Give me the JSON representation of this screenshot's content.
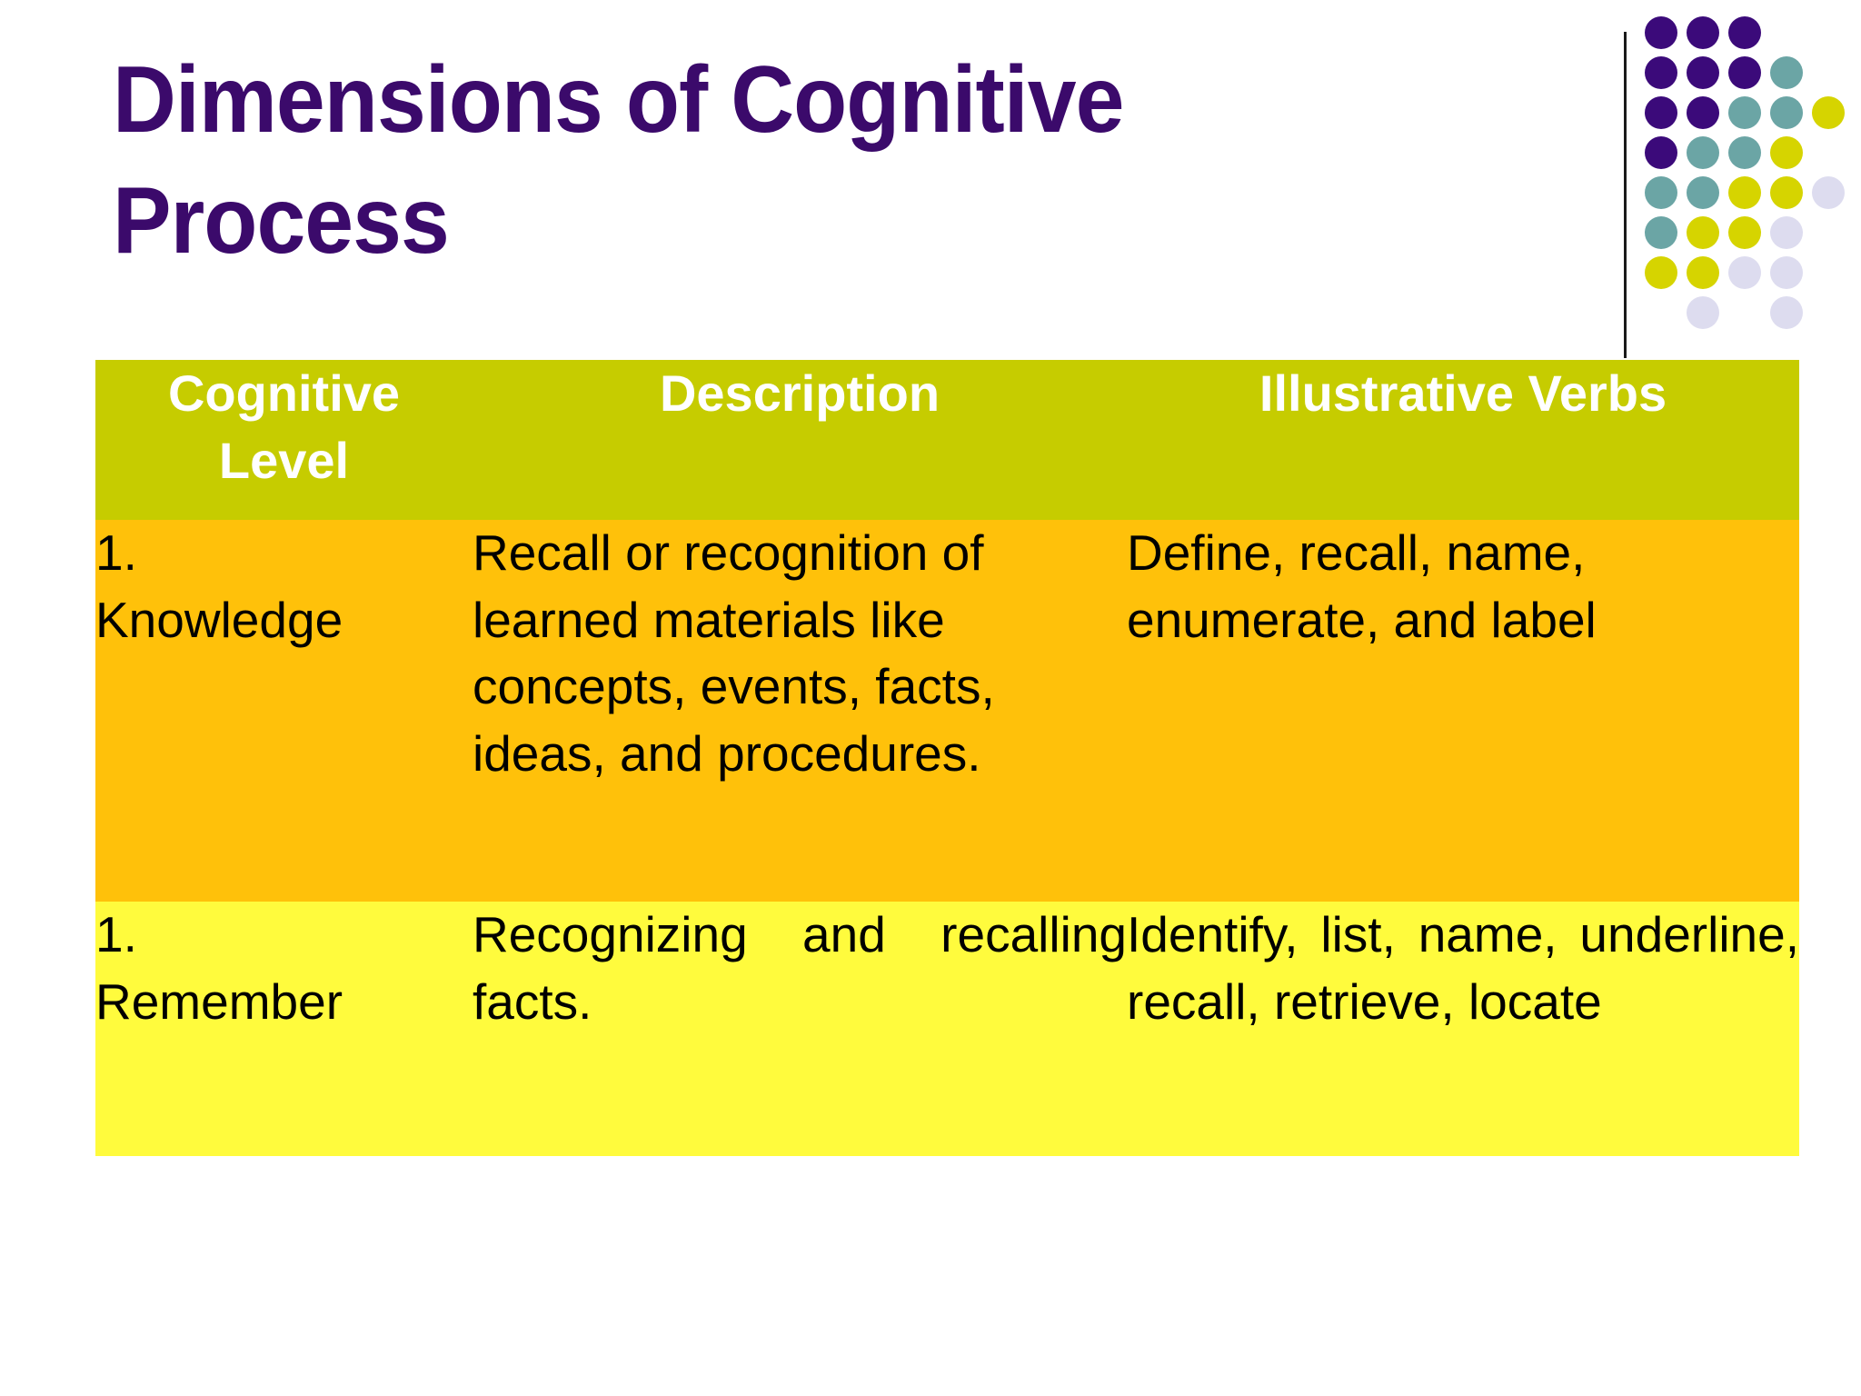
{
  "slide": {
    "title": "Dimensions of Cognitive\nProcess",
    "title_color": "#3B0A6B",
    "background_color": "#FFFFFF"
  },
  "logo": {
    "name": "dot-grid-logo",
    "rule_color": "#1A1A1A",
    "palette": {
      "purple": "#3B0A7A",
      "teal": "#6BA5A5",
      "yellow": "#D6D400",
      "lavender": "#DDDCEF"
    },
    "grid": [
      [
        "purple",
        "purple",
        "purple",
        null,
        null
      ],
      [
        "purple",
        "purple",
        "purple",
        "teal",
        null
      ],
      [
        "purple",
        "purple",
        "teal",
        "teal",
        "yellow"
      ],
      [
        "purple",
        "teal",
        "teal",
        "yellow",
        null
      ],
      [
        "teal",
        "teal",
        "yellow",
        "yellow",
        "lavender"
      ],
      [
        "teal",
        "yellow",
        "yellow",
        "lavender",
        null
      ],
      [
        "yellow",
        "yellow",
        "lavender",
        "lavender",
        null
      ],
      [
        null,
        "lavender",
        null,
        "lavender",
        null
      ]
    ]
  },
  "table": {
    "name": "cognitive-process-table",
    "header_bg": "#C6CC00",
    "header_text_color": "#FFFFFF",
    "columns": [
      "Cognitive\nLevel",
      "Description",
      "Illustrative Verbs"
    ],
    "rows": [
      {
        "bg": "#FFC10A",
        "level": "1.\nKnowledge",
        "description": "Recall or recognition of learned materials like concepts, events, facts, ideas, and procedures.",
        "verbs": "Define, recall, name, enumerate, and label"
      },
      {
        "bg": "#FFFB3D",
        "level": "1.\nRemember",
        "description": "Recognizing and recalling facts.",
        "verbs": "Identify, list, name, underline, recall, retrieve, locate"
      }
    ]
  }
}
